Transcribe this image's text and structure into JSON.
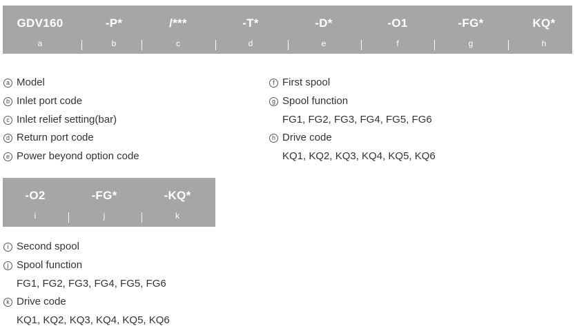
{
  "bar1": {
    "codes": [
      "GDV160",
      "-P*",
      "/***",
      "-T*",
      "-D*",
      "-O1",
      "-FG*",
      "KQ*"
    ],
    "letters": [
      "a",
      "b",
      "c",
      "d",
      "e",
      "f",
      "g",
      "h"
    ]
  },
  "bar2": {
    "codes": [
      "-O2",
      "-FG*",
      "-KQ*"
    ],
    "letters": [
      "i",
      "j",
      "k"
    ]
  },
  "legend1": {
    "a": "Model",
    "b": "Inlet port code",
    "c": "Inlet relief setting(bar)",
    "d": "Return port code",
    "e": "Power beyond option code"
  },
  "legend2": {
    "f": "First spool",
    "g": "Spool function",
    "g_values": "FG1, FG2, FG3, FG4, FG5, FG6",
    "h": "Drive code",
    "h_values": "KQ1, KQ2, KQ3, KQ4, KQ5, KQ6"
  },
  "legend3": {
    "i": "Second spool",
    "j": "Spool function",
    "j_values": "FG1, FG2, FG3, FG4, FG5, FG6",
    "k": "Drive code",
    "k_values": "KQ1, KQ2, KQ3, KQ4, KQ5, KQ6"
  }
}
